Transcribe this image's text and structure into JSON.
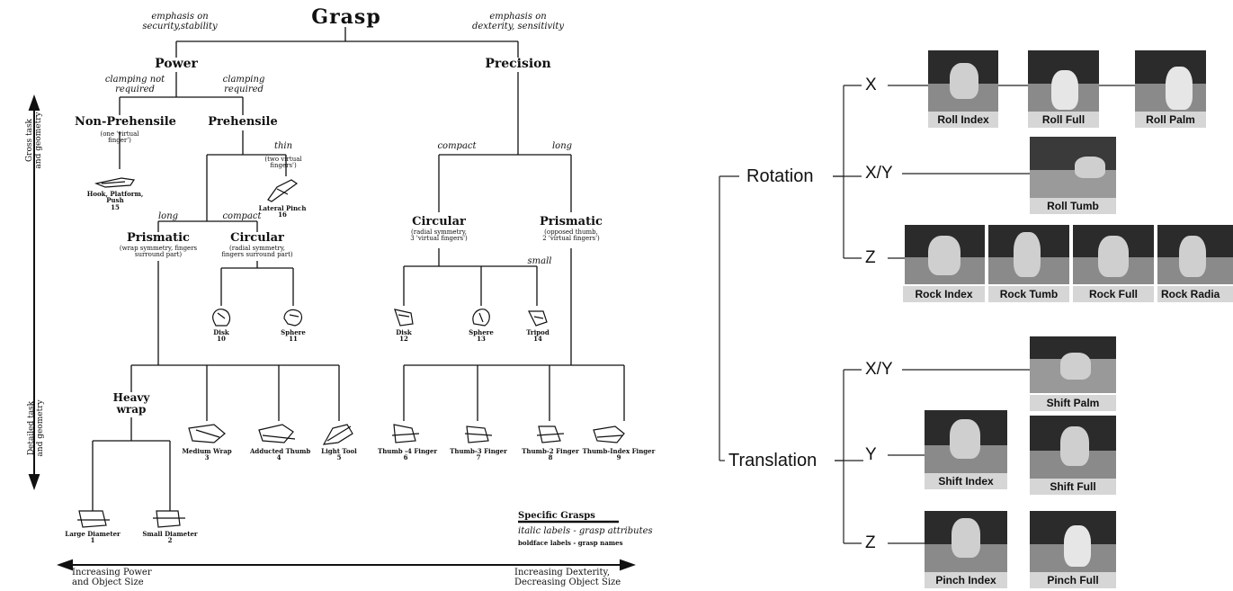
{
  "taxonomy": {
    "title": "Grasp",
    "emph_left": [
      "emphasis on",
      "security,stability"
    ],
    "emph_right": [
      "emphasis on",
      "dexterity, sensitivity"
    ],
    "power": "Power",
    "precision": "Precision",
    "clamp_not": [
      "clamping not",
      "required"
    ],
    "clamp_req": [
      "clamping",
      "required"
    ],
    "nonprehensile": "Non-Prehensile",
    "nonpre_note": [
      "(one 'virtual",
      "finger')"
    ],
    "prehensile": "Prehensile",
    "thin": "thin",
    "thin_note": [
      "(two virtual",
      "fingers')"
    ],
    "long_l": "long",
    "compact_l": "compact",
    "prismatic_l": "Prismatic",
    "prismatic_l_note": [
      "(wrap symmetry, fingers",
      "surround part)"
    ],
    "circular_l": "Circular",
    "circular_l_note": [
      "(radial symmetry,",
      "fingers surround part)"
    ],
    "compact_r": "compact",
    "long_r": "long",
    "circular_r": "Circular",
    "circular_r_note": [
      "(radial symmetry,",
      "3 'virtual fingers')"
    ],
    "prismatic_r": "Prismatic",
    "prismatic_r_note": [
      "(opposed thumb,",
      "2 'virtual fingers')"
    ],
    "small": "small",
    "heavy_wrap": [
      "Heavy",
      "wrap"
    ],
    "grasps": [
      {
        "name": [
          "Hook, Platform,",
          "Push"
        ],
        "num": "15"
      },
      {
        "name": [
          "Lateral Pinch"
        ],
        "num": "16"
      },
      {
        "name": [
          "Disk"
        ],
        "num": "10"
      },
      {
        "name": [
          "Sphere"
        ],
        "num": "11"
      },
      {
        "name": [
          "Disk"
        ],
        "num": "12"
      },
      {
        "name": [
          "Sphere"
        ],
        "num": "13"
      },
      {
        "name": [
          "Tripod"
        ],
        "num": "14"
      },
      {
        "name": [
          "Medium Wrap"
        ],
        "num": "3"
      },
      {
        "name": [
          "Adducted Thumb"
        ],
        "num": "4"
      },
      {
        "name": [
          "Light Tool"
        ],
        "num": "5"
      },
      {
        "name": [
          "Thumb -4 Finger"
        ],
        "num": "6"
      },
      {
        "name": [
          "Thumb-3 Finger"
        ],
        "num": "7"
      },
      {
        "name": [
          "Thumb-2 Finger"
        ],
        "num": "8"
      },
      {
        "name": [
          "Thumb-Index Finger"
        ],
        "num": "9"
      },
      {
        "name": [
          "Large Diameter"
        ],
        "num": "1"
      },
      {
        "name": [
          "Small Diameter"
        ],
        "num": "2"
      }
    ],
    "gross": [
      "Gross task",
      "and geometry"
    ],
    "detailed": [
      "Detailed task",
      "and geometry"
    ],
    "legend_title": "Specific Grasps",
    "legend_italic": "italic labels - grasp attributes",
    "legend_bold": "boldface labels - grasp names",
    "axis_left": [
      "Increasing Power",
      "and Object Size"
    ],
    "axis_right": [
      "Increasing Dexterity,",
      "Decreasing Object Size"
    ]
  },
  "gestures": {
    "rotation": "Rotation",
    "translation": "Translation",
    "rot_x": "X",
    "rot_xy": "X/Y",
    "rot_z": "Z",
    "tr_xy": "X/Y",
    "tr_y": "Y",
    "tr_z": "Z",
    "captions": {
      "roll_index": "Roll Index",
      "roll_full": "Roll Full",
      "roll_palm": "Roll Palm",
      "roll_tumb": "Roll Tumb",
      "rock_index": "Rock Index",
      "rock_tumb": "Rock Tumb",
      "rock_full": "Rock Full",
      "rock_radia": "Rock Radia",
      "shift_palm": "Shift Palm",
      "shift_index": "Shift Index",
      "shift_full": "Shift Full",
      "pinch_index": "Pinch Index",
      "pinch_full": "Pinch Full"
    }
  }
}
